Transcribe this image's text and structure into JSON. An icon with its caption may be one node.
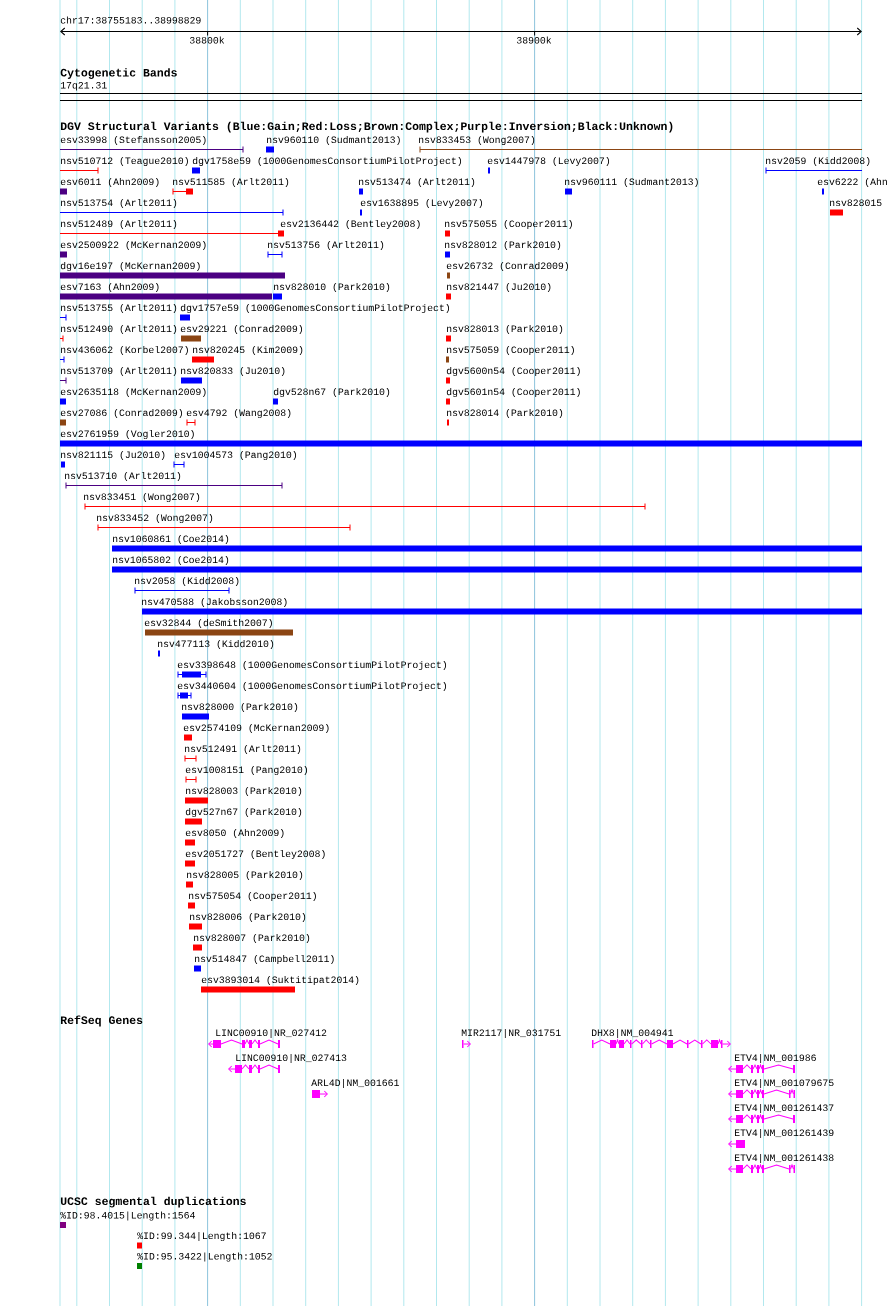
{
  "diagram": {
    "labels": [
      "chr17:38755183..38998829",
      "38800k",
      "38900k",
      "Cytogenetic Bands",
      "17q21.31",
      "DGV Structural Variants (Blue:Gain;Red:Loss;Brown:Complex;Purple:Inversion;Black:Unknown)",
      "esv33998 (Stefansson2005)",
      "nsv960110 (Sudmant2013)",
      "nsv833453 (Wong2007)",
      "nsv510712 (Teague2010)",
      "dgv1758e59 (1000GenomesConsortiumPilotProject)",
      "esv1447978 (Levy2007)",
      "nsv2059 (Kidd2008)",
      "esv6011 (Ahn2009)",
      "nsv511585 (Arlt2011)",
      "nsv513474 (Arlt2011)",
      "nsv960111 (Sudmant2013)",
      "esv6222 (Ahn",
      "nsv513754 (Arlt2011)",
      "esv1638895 (Levy2007)",
      "nsv828015",
      "nsv512489 (Arlt2011)",
      "esv2136442 (Bentley2008)",
      "nsv575055 (Cooper2011)",
      "esv2500922 (McKernan2009)",
      "nsv513756 (Arlt2011)",
      "nsv828012 (Park2010)",
      "dgv16e197 (McKernan2009)",
      "esv26732 (Conrad2009)",
      "esv7163 (Ahn2009)",
      "nsv828010 (Park2010)",
      "nsv821447 (Ju2010)",
      "nsv513755 (Arlt2011)",
      "dgv1757e59 (1000GenomesConsortiumPilotProject)",
      "nsv512490 (Arlt2011)",
      "esv29221 (Conrad2009)",
      "nsv828013 (Park2010)",
      "nsv436062 (Korbel2007)",
      "nsv820245 (Kim2009)",
      "nsv575059 (Cooper2011)",
      "nsv513709 (Arlt2011)",
      "nsv820833 (Ju2010)",
      "dgv5600n54 (Cooper2011)",
      "esv2635118 (McKernan2009)",
      "dgv528n67 (Park2010)",
      "dgv5601n54 (Cooper2011)",
      "esv27086 (Conrad2009)",
      "esv4792 (Wang2008)",
      "nsv828014 (Park2010)",
      "esv2761959 (Vogler2010)",
      "nsv821115 (Ju2010)",
      "esv1004573 (Pang2010)",
      "nsv513710 (Arlt2011)",
      "nsv833451 (Wong2007)",
      "nsv833452 (Wong2007)",
      "nsv1060861 (Coe2014)",
      "nsv1065802 (Coe2014)",
      "nsv2058 (Kidd2008)",
      "nsv470588 (Jakobsson2008)",
      "esv32844 (deSmith2007)",
      "nsv477113 (Kidd2010)",
      "esv3398648 (1000GenomesConsortiumPilotProject)",
      "esv3440604 (1000GenomesConsortiumPilotProject)",
      "nsv828000 (Park2010)",
      "esv2574109 (McKernan2009)",
      "nsv512491 (Arlt2011)",
      "esv1008151 (Pang2010)",
      "nsv828003 (Park2010)",
      "dgv527n67 (Park2010)",
      "esv8050 (Ahn2009)",
      "esv2051727 (Bentley2008)",
      "nsv828005 (Park2010)",
      "nsv575054 (Cooper2011)",
      "nsv828006 (Park2010)",
      "nsv828007 (Park2010)",
      "nsv514847 (Campbell2011)",
      "esv3893014 (Suktitipat2014)",
      "RefSeq Genes",
      "LINC00910|NR_027412",
      "MIR2117|NR_031751",
      "DHX8|NM_004941",
      "LINC00910|NR_027413",
      "ETV4|NM_001986",
      "ARL4D|NM_001661",
      "ETV4|NM_001079675",
      "ETV4|NM_001261437",
      "ETV4|NM_001261439",
      "ETV4|NM_001261438",
      "UCSC segmental duplications",
      "%ID:98.4015|Length:1564",
      "%ID:99.344|Length:1067",
      "%ID:95.3422|Length:1052"
    ]
  }
}
